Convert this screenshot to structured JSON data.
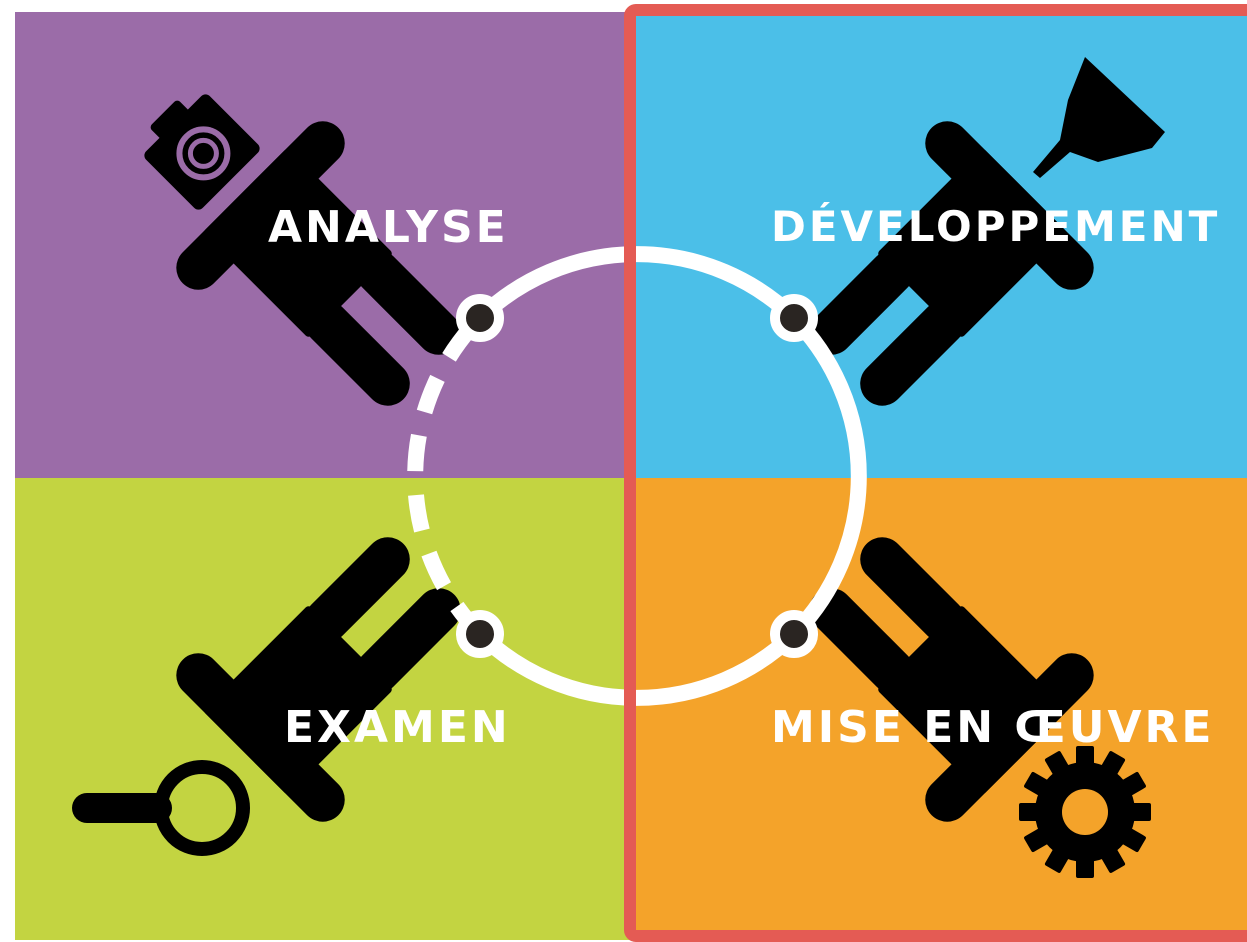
{
  "quadrants": [
    {
      "id": "analyse",
      "label": "ANALYSE",
      "color": "#9b6ca8",
      "icon": "camera-icon"
    },
    {
      "id": "developpement",
      "label": "DÉVELOPPEMENT",
      "color": "#4bbfe8",
      "icon": "funnel-icon"
    },
    {
      "id": "examen",
      "label": "EXAMEN",
      "color": "#c3d441",
      "icon": "magnifier-icon"
    },
    {
      "id": "mise-en-oeuvre",
      "label": "MISE EN ŒUVRE",
      "color": "#f4a32a",
      "icon": "gear-icon"
    }
  ],
  "highlight": {
    "color": "#e45b54",
    "target": "right-half"
  },
  "cycle": {
    "color": "#ffffff",
    "dot_color": "#2a2522",
    "dashed_segment": "left"
  }
}
